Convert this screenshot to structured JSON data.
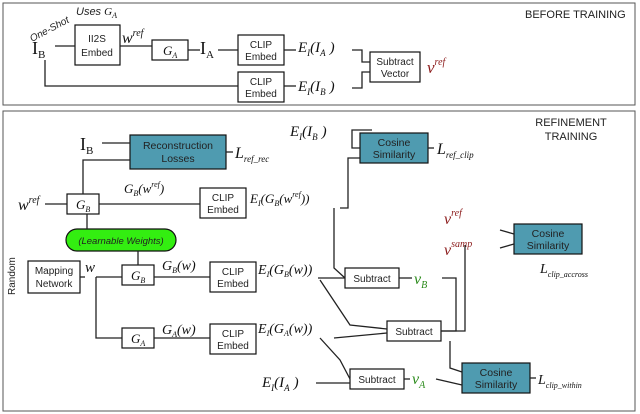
{
  "colors": {
    "teal": "#4f9bb0",
    "green_pill": "#33ee11",
    "red_text": "#8b1a1a",
    "green_text": "#2a8a1a"
  },
  "top": {
    "title": "BEFORE TRAINING",
    "one_shot": "One-Shot",
    "uses_ga": "Uses",
    "uses_ga_sym": "G",
    "uses_ga_sub": "A",
    "ib": "I",
    "ib_sub": "B",
    "ii2s_l1": "II2S",
    "ii2s_l2": "Embed",
    "wref": "w",
    "wref_sup": "ref",
    "ga": "G",
    "ga_sub": "A",
    "ia": "I",
    "ia_sub": "A",
    "clip_l1": "CLIP",
    "clip_l2": "Embed",
    "ei_a": "E",
    "ei_a_sub": "I",
    "ei_a_arg": "(I",
    "ei_a_arg_sub": "A",
    "ei_a_close": ")",
    "ei_b": "E",
    "ei_b_sub": "I",
    "ei_b_arg": "(I",
    "ei_b_arg_sub": "B",
    "ei_b_close": ")",
    "subtract_l1": "Subtract",
    "subtract_l2": "Vector",
    "vref": "v",
    "vref_sup": "ref"
  },
  "bottom": {
    "title_l1": "REFINEMENT",
    "title_l2": "TRAINING",
    "random": "Random",
    "ib": "I",
    "ib_sub": "B",
    "recon_l1": "Reconstruction",
    "recon_l2": "Losses",
    "lrefrec": "L",
    "lrefrec_sub": "ref_rec",
    "eib_top": "E",
    "eib_top_sub": "I",
    "eib_top_arg": "(I",
    "eib_top_arg_sub": "B",
    "eib_top_close": ")",
    "cos1_l1": "Cosine",
    "cos1_l2": "Similarity",
    "lrefclip": "L",
    "lrefclip_sub": "ref_clip",
    "wref": "w",
    "wref_sup": "ref",
    "gb": "G",
    "gb_sub": "B",
    "gbwref": "G",
    "gbwref_sub": "B",
    "gbwref_arg": "(w",
    "gbwref_arg_sup": "ref",
    "gbwref_close": ")",
    "clip_l1": "CLIP",
    "clip_l2": "Embed",
    "eigbwref": "E",
    "eigbwref_sub": "I",
    "eigbwref_arg": "(G",
    "eigbwref_arg_sub": "B",
    "eigbwref_arg2": "(w",
    "eigbwref_arg2_sup": "ref",
    "eigbwref_close": "))",
    "learnable": "(Learnable Weights)",
    "mapping_l1": "Mapping",
    "mapping_l2": "Network",
    "w": "w",
    "gbw": "G",
    "gbw_sub": "B",
    "gbw_arg": "(w)",
    "eigbw": "E",
    "eigbw_sub": "I",
    "eigbw_arg": "(G",
    "eigbw_arg_sub": "B",
    "eigbw_close": "(w))",
    "subtract": "Subtract",
    "vb": "v",
    "vb_sub": "B",
    "vref": "v",
    "vref_sup": "ref",
    "vsamp": "v",
    "vsamp_sup": "samp",
    "cos2_l1": "Cosine",
    "cos2_l2": "Similarity",
    "lclipacross": "L",
    "lclipacross_sub": "clip_accross",
    "ga": "G",
    "ga_sub": "A",
    "gaw": "G",
    "gaw_sub": "A",
    "gaw_arg": "(w)",
    "eigaw": "E",
    "eigaw_sub": "I",
    "eigaw_arg": "(G",
    "eigaw_arg_sub": "A",
    "eigaw_close": "(w))",
    "eia": "E",
    "eia_sub": "I",
    "eia_arg": "(I",
    "eia_arg_sub": "A",
    "eia_close": ")",
    "va": "v",
    "va_sub": "A",
    "cos3_l1": "Cosine",
    "cos3_l2": "Similarity",
    "lclipwithin": "L",
    "lclipwithin_sub": "clip_within"
  }
}
